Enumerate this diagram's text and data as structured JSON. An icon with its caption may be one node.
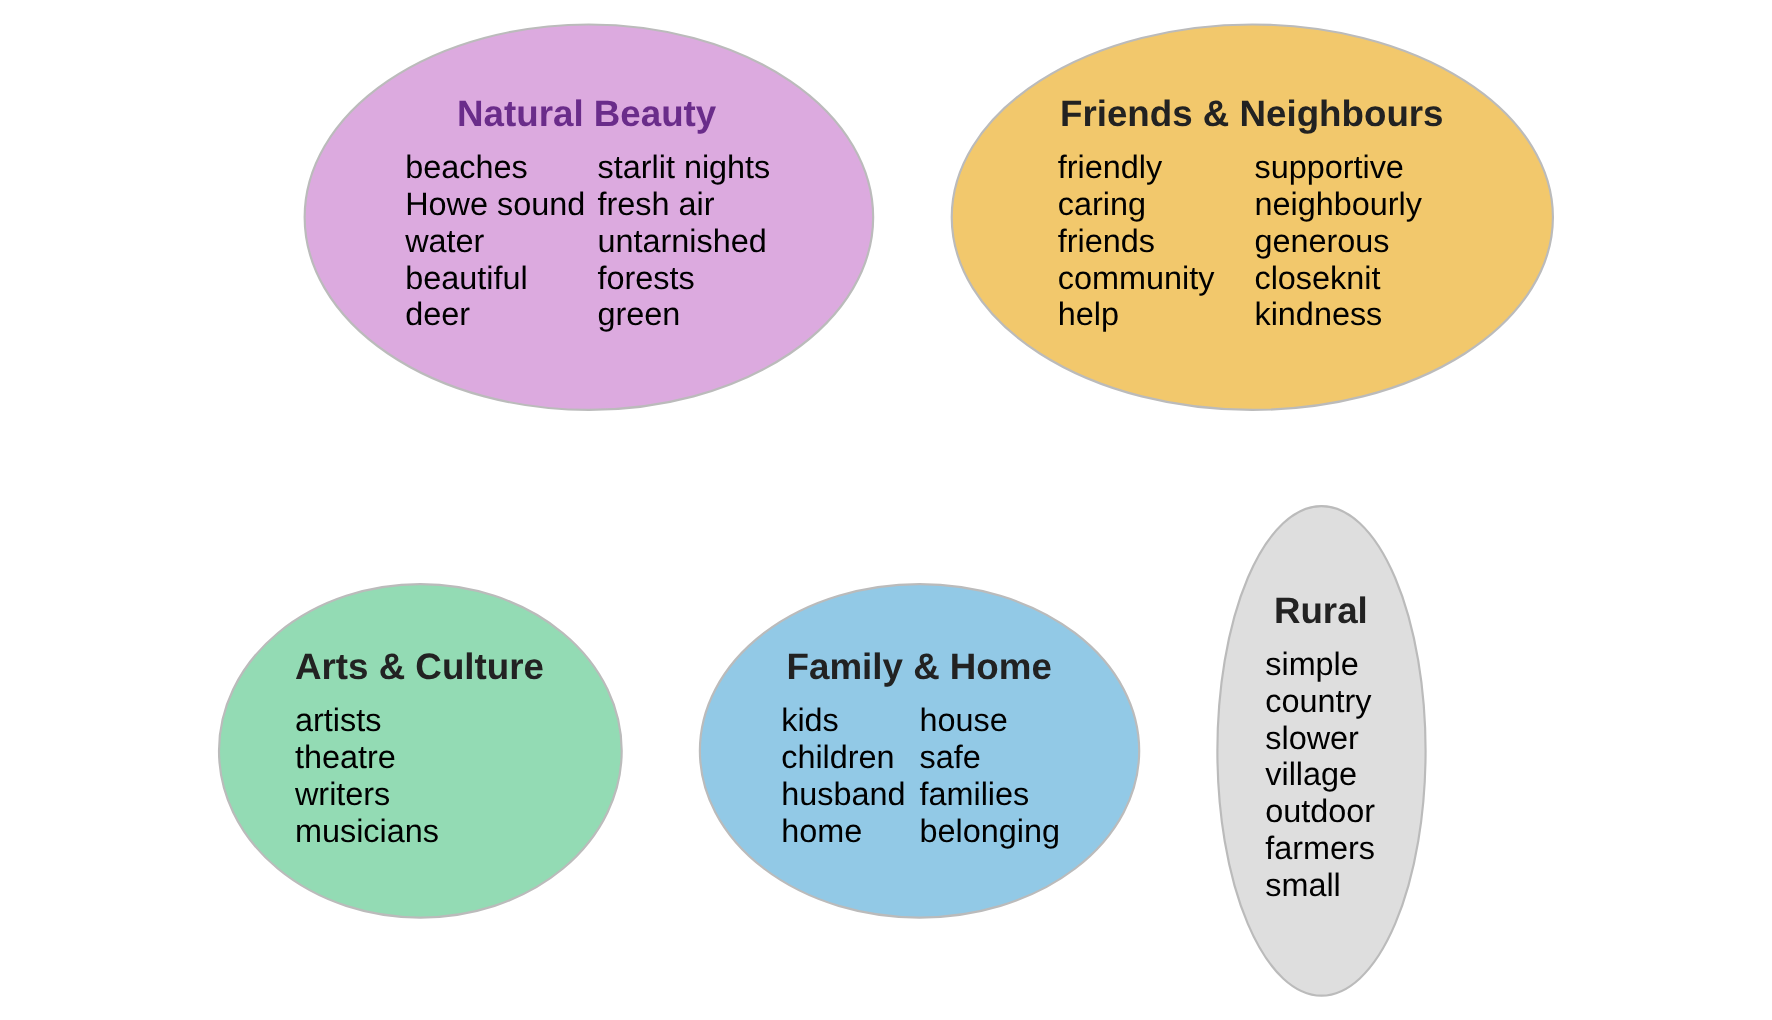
{
  "diagram": {
    "nodes": [
      {
        "text": [
          "Natural Beauty",
          "beaches",
          "Howe sound",
          "water",
          "beautiful",
          "deer",
          "starlit nights",
          "fresh air",
          "untarnished",
          "forests",
          "green"
        ]
      },
      {
        "text": [
          "Friends & Neighbours",
          "friendly",
          "caring",
          "friends",
          "community",
          "help",
          "supportive",
          "neighbourly",
          "generous",
          "closeknit",
          "kindness"
        ]
      },
      {
        "text": [
          "Arts & Culture",
          "artists",
          "theatre",
          "writers",
          "musicians"
        ]
      },
      {
        "text": [
          "Family & Home",
          "kids",
          "children",
          "husband",
          "home",
          "house",
          "safe",
          "families",
          "belonging"
        ]
      },
      {
        "text": [
          "Rural",
          "simple",
          "country",
          "slower",
          "village",
          "outdoor",
          "farmers",
          "small"
        ]
      }
    ]
  }
}
